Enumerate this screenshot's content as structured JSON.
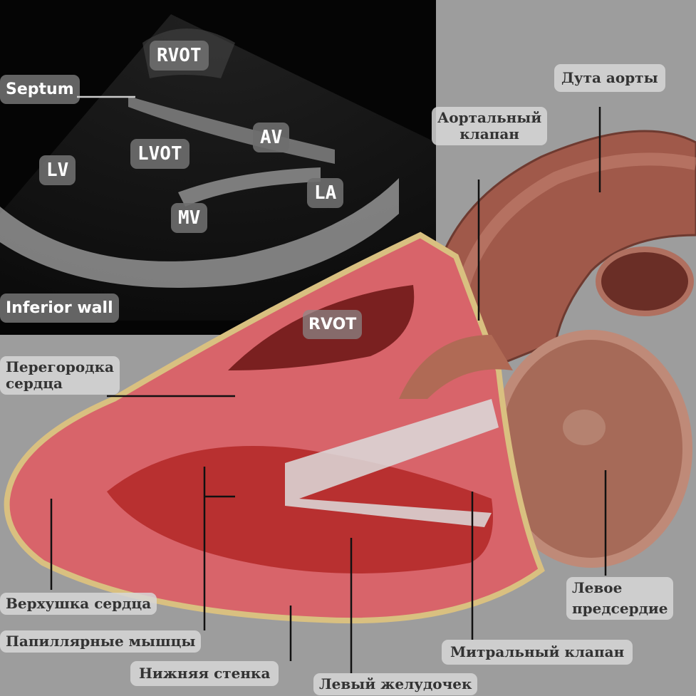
{
  "echo_labels": {
    "rvot": "RVOT",
    "septum": "Septum",
    "lv": "LV",
    "lvot": "LVOT",
    "av": "AV",
    "la": "LA",
    "mv": "MV",
    "inferior_wall": "Inferior wall"
  },
  "anatomy_labels": {
    "rvot": "RVOT",
    "aortic_arch": "Дута аорты",
    "aortic_valve_1": "Аортальный",
    "aortic_valve_2": "клапан",
    "septum_1": "Перегородка",
    "septum_2": "сердца",
    "apex": "Верхушка сердца",
    "papillary": "Папиллярные мышцы",
    "inferior_wall": "Нижняя стенка",
    "left_ventricle": "Левый желудочек",
    "mitral_valve": "Митральный клапан",
    "left_atrium_1": "Левое",
    "left_atrium_2": "предсердие"
  }
}
